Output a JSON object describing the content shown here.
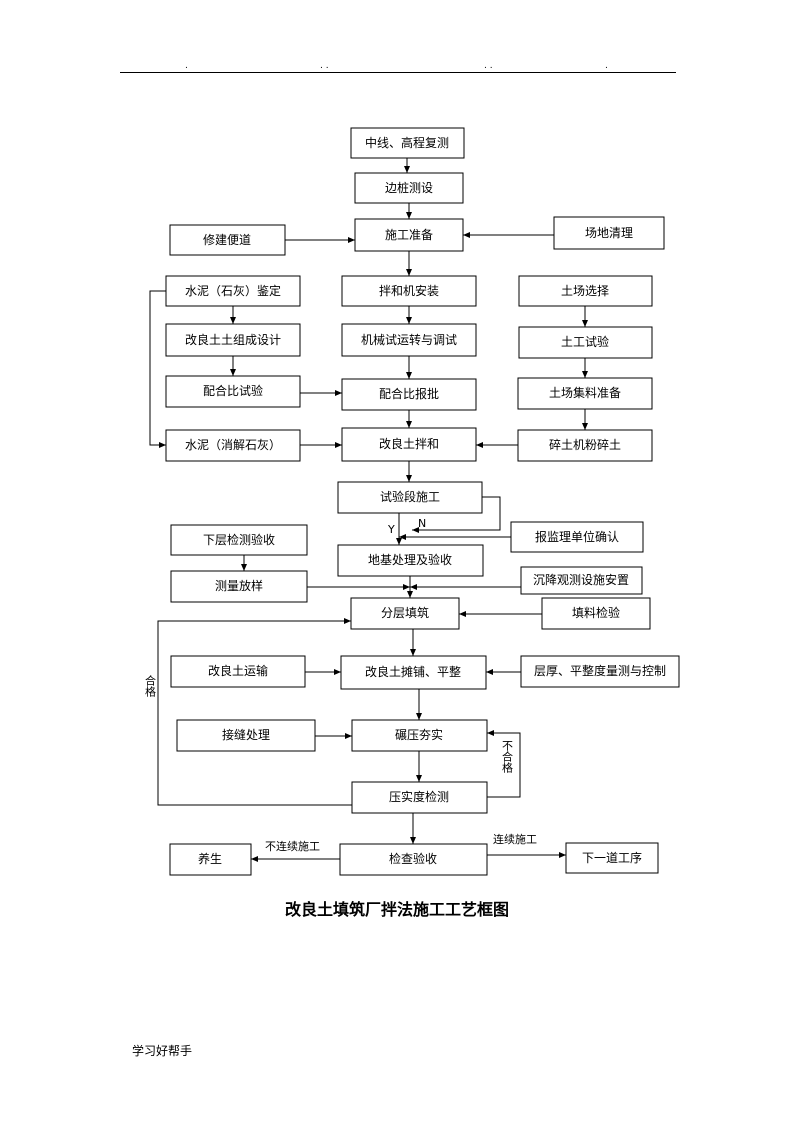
{
  "header": {
    "marks": [
      ".",
      ". .",
      ". .",
      "."
    ]
  },
  "boxes": {
    "survey": "中线、高程复测",
    "stake": "边桩测设",
    "prep": "施工准备",
    "temp_road": "修建便道",
    "site_clear": "场地清理",
    "cement_test": "水泥（石灰）鉴定",
    "mixer_install": "拌和机安装",
    "soil_select": "土场选择",
    "mix_design": "改良土土组成设计",
    "machine_test": "机械试运转与调试",
    "soil_test": "土工试验",
    "ratio_test": "配合比试验",
    "ratio_approve": "配合比报批",
    "soil_gather": "土场集料准备",
    "cement_slaked": "水泥（消解石灰）",
    "soil_mix": "改良土拌和",
    "crusher": "碎土机粉碎土",
    "trial": "试验段施工",
    "supervisor": "报监理单位确认",
    "lower_check": "下层检测验收",
    "foundation": "地基处理及验收",
    "measure": "测量放样",
    "settle": "沉降观测设施安置",
    "layer_fill": "分层填筑",
    "fill_check": "填料检验",
    "transport": "改良土运输",
    "spread": "改良土摊铺、平整",
    "thickness": "层厚、平整度量测与控制",
    "joint": "接缝处理",
    "compact": "碾压夯实",
    "density": "压实度检测",
    "cure": "养生",
    "inspect": "检查验收",
    "next_step": "下一道工序"
  },
  "labels": {
    "n": "N",
    "y": "Y",
    "pass": "合格",
    "fail": "不合格",
    "discontinuous": "不连续施工",
    "continuous": "连续施工"
  },
  "caption": "改良土填筑厂拌法施工工艺框图",
  "footer": "学习好帮手"
}
